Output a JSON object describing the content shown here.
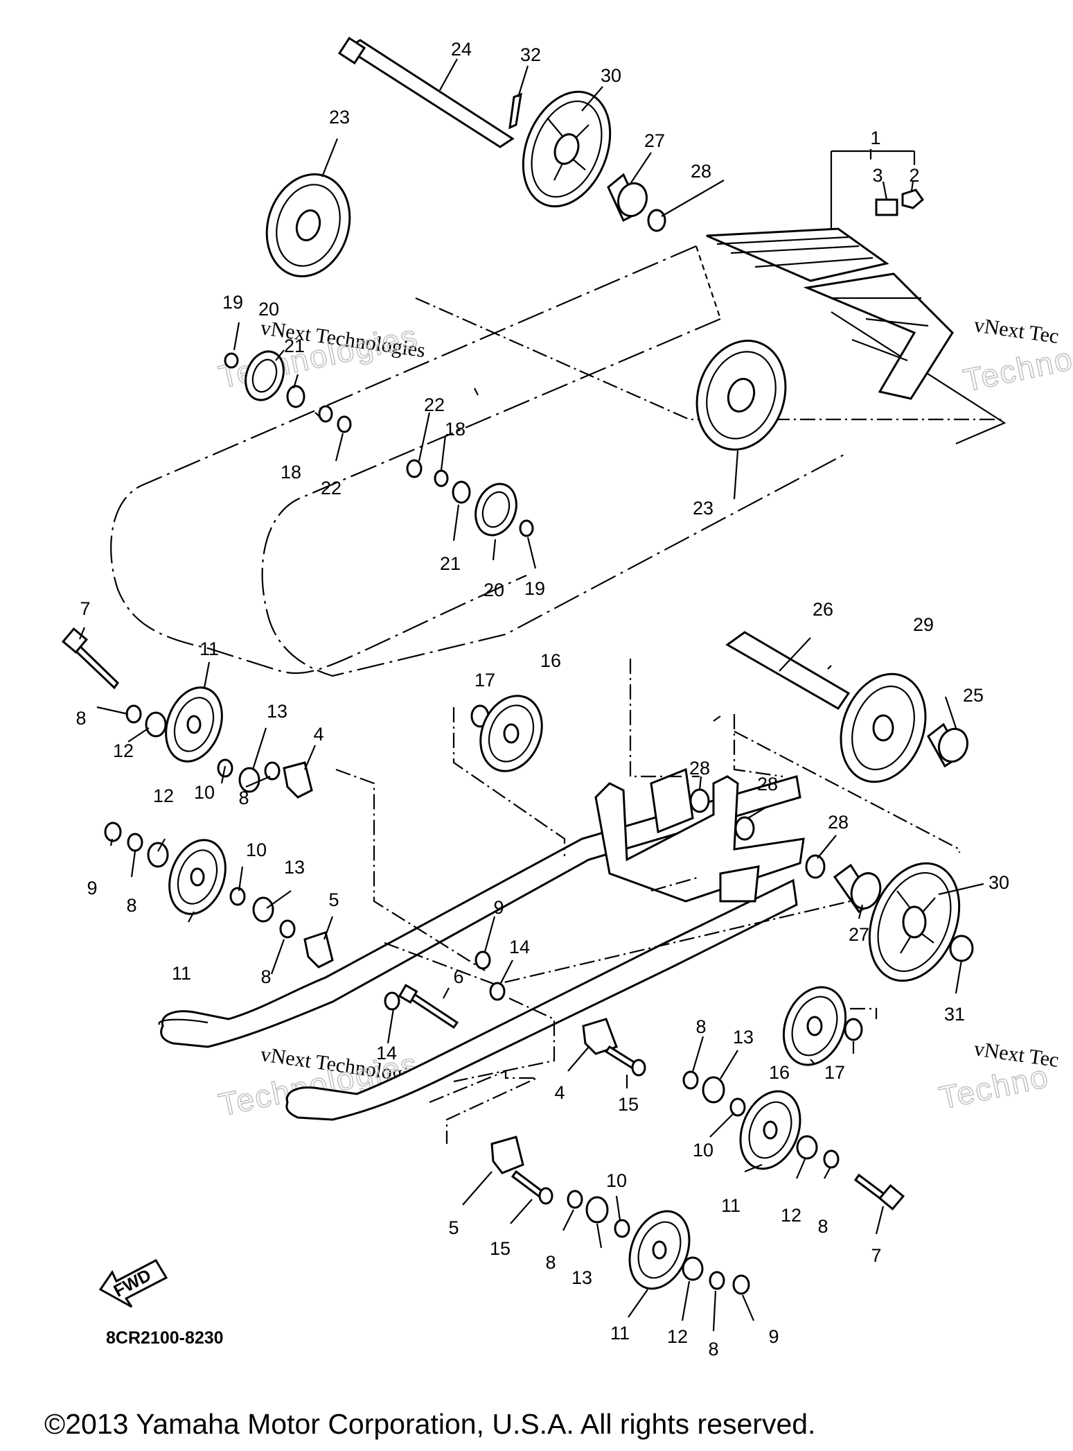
{
  "diagram": {
    "part_code": "8CR2100-8230",
    "copyright": "©2013 Yamaha Motor Corporation, U.S.A. All rights reserved.",
    "fwd_label": "FWD",
    "watermarks": [
      {
        "line1": "vNext Technologies",
        "line2": "Technologies"
      },
      {
        "line1": "vNext Tec",
        "line2": "Techno"
      },
      {
        "line1": "vNext Technologies",
        "line2": "Technologies"
      },
      {
        "line1": "vNext Tec",
        "line2": "Techno"
      }
    ],
    "callouts": [
      {
        "id": "c24",
        "text": "24"
      },
      {
        "id": "c32",
        "text": "32"
      },
      {
        "id": "c30a",
        "text": "30"
      },
      {
        "id": "c23a",
        "text": "23"
      },
      {
        "id": "c27a",
        "text": "27"
      },
      {
        "id": "c28a",
        "text": "28"
      },
      {
        "id": "c1",
        "text": "1"
      },
      {
        "id": "c3",
        "text": "3"
      },
      {
        "id": "c2",
        "text": "2"
      },
      {
        "id": "c19a",
        "text": "19"
      },
      {
        "id": "c20a",
        "text": "20"
      },
      {
        "id": "c21a",
        "text": "21"
      },
      {
        "id": "c18a",
        "text": "18"
      },
      {
        "id": "c22a",
        "text": "22"
      },
      {
        "id": "c22b",
        "text": "22"
      },
      {
        "id": "c18b",
        "text": "18"
      },
      {
        "id": "c21b",
        "text": "21"
      },
      {
        "id": "c20b",
        "text": "20"
      },
      {
        "id": "c19b",
        "text": "19"
      },
      {
        "id": "c23b",
        "text": "23"
      },
      {
        "id": "c7a",
        "text": "7"
      },
      {
        "id": "c11a",
        "text": "11"
      },
      {
        "id": "c8a",
        "text": "8"
      },
      {
        "id": "c12a",
        "text": "12"
      },
      {
        "id": "c10a",
        "text": "10"
      },
      {
        "id": "c13a",
        "text": "13"
      },
      {
        "id": "c4a",
        "text": "4"
      },
      {
        "id": "c8b",
        "text": "8"
      },
      {
        "id": "c17a",
        "text": "17"
      },
      {
        "id": "c16a",
        "text": "16"
      },
      {
        "id": "c26",
        "text": "26"
      },
      {
        "id": "c29",
        "text": "29"
      },
      {
        "id": "c25",
        "text": "25"
      },
      {
        "id": "c28b",
        "text": "28"
      },
      {
        "id": "c28c",
        "text": "28"
      },
      {
        "id": "c28d",
        "text": "28"
      },
      {
        "id": "c12b",
        "text": "12"
      },
      {
        "id": "c9a",
        "text": "9"
      },
      {
        "id": "c8c",
        "text": "8"
      },
      {
        "id": "c10b",
        "text": "10"
      },
      {
        "id": "c13b",
        "text": "13"
      },
      {
        "id": "c11b",
        "text": "11"
      },
      {
        "id": "c5a",
        "text": "5"
      },
      {
        "id": "c8d",
        "text": "8"
      },
      {
        "id": "c9b",
        "text": "9"
      },
      {
        "id": "c14a",
        "text": "14"
      },
      {
        "id": "c6",
        "text": "6"
      },
      {
        "id": "c14b",
        "text": "14"
      },
      {
        "id": "c30b",
        "text": "30"
      },
      {
        "id": "c27b",
        "text": "27"
      },
      {
        "id": "c31",
        "text": "31"
      },
      {
        "id": "c8e",
        "text": "8"
      },
      {
        "id": "c13c",
        "text": "13"
      },
      {
        "id": "c4b",
        "text": "4"
      },
      {
        "id": "c15a",
        "text": "15"
      },
      {
        "id": "c16b",
        "text": "16"
      },
      {
        "id": "c17b",
        "text": "17"
      },
      {
        "id": "c10c",
        "text": "10"
      },
      {
        "id": "c11c",
        "text": "11"
      },
      {
        "id": "c12c",
        "text": "12"
      },
      {
        "id": "c8f",
        "text": "8"
      },
      {
        "id": "c7b",
        "text": "7"
      },
      {
        "id": "c5b",
        "text": "5"
      },
      {
        "id": "c15b",
        "text": "15"
      },
      {
        "id": "c10d",
        "text": "10"
      },
      {
        "id": "c8g",
        "text": "8"
      },
      {
        "id": "c13d",
        "text": "13"
      },
      {
        "id": "c11d",
        "text": "11"
      },
      {
        "id": "c12d",
        "text": "12"
      },
      {
        "id": "c8h",
        "text": "8"
      },
      {
        "id": "c9c",
        "text": "9"
      }
    ]
  }
}
